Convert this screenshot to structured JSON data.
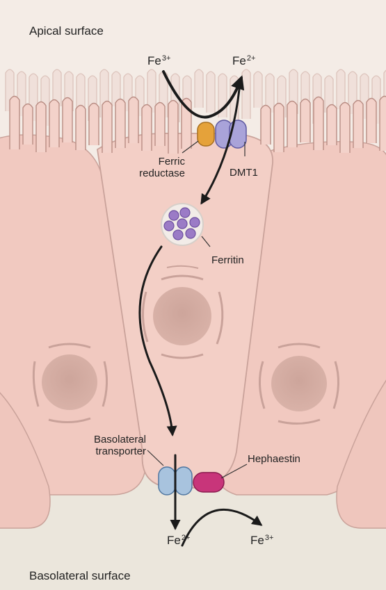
{
  "labels": {
    "apical_surface": "Apical surface",
    "basolateral_surface": "Basolateral surface",
    "ferric_reductase": [
      "Ferric",
      "reductase"
    ],
    "dmt1": "DMT1",
    "ferritin": "Ferritin",
    "basolateral_transporter": [
      "Basolateral",
      "transporter"
    ],
    "hephaestin": "Hephaestin"
  },
  "ions": {
    "fe3_apical": {
      "base": "Fe",
      "charge": "3+"
    },
    "fe2_apical": {
      "base": "Fe",
      "charge": "2+"
    },
    "fe2_basal": {
      "base": "Fe",
      "charge": "2+"
    },
    "fe3_basal": {
      "base": "Fe",
      "charge": "3+"
    }
  },
  "colors": {
    "background": "#f4ece6",
    "cell_fill": "#f3cfc6",
    "cell_outline": "#c9a29a",
    "basal_fluid": "#ebe6dc",
    "ferric_reductase": "#e5a23a",
    "dmt1": "#a9a3d9",
    "ferritin": "#9b7bc6",
    "basolateral_transporter": "#a8c3de",
    "hephaestin": "#c8357a",
    "arrow": "#1a1a1a"
  }
}
